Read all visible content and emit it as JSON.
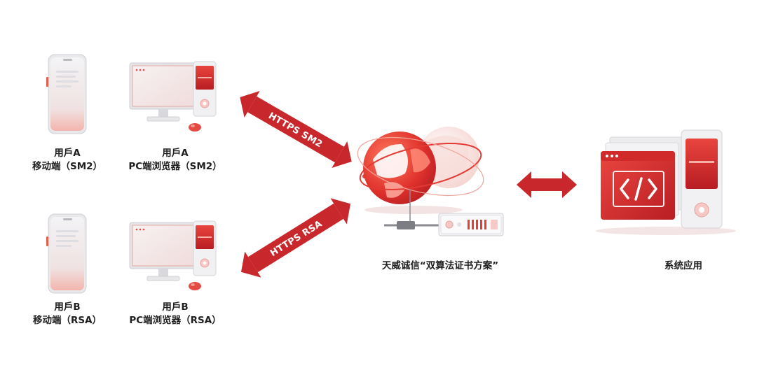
{
  "nodes": {
    "user_a_mobile": {
      "line1": "用戶A",
      "line2": "移动端（SM2）"
    },
    "user_a_pc": {
      "line1": "用戶A",
      "line2": "PC端浏览器（SM2）"
    },
    "user_b_mobile": {
      "line1": "用戶B",
      "line2": "移动端（RSA）"
    },
    "user_b_pc": {
      "line1": "用戶B",
      "line2": "PC端浏览器（RSA）"
    },
    "gateway": {
      "label": "天威诚信“双算法证书方案”"
    },
    "system": {
      "label": "系统应用"
    }
  },
  "edges": {
    "sm2": {
      "label": "HTTPS SM2"
    },
    "rsa": {
      "label": "HTTPS RSA"
    }
  },
  "colors": {
    "accent": "#d42a2a",
    "arrow": "#c8272b",
    "light_red": "#f6c9c6",
    "device_white": "#f4f4f4"
  }
}
